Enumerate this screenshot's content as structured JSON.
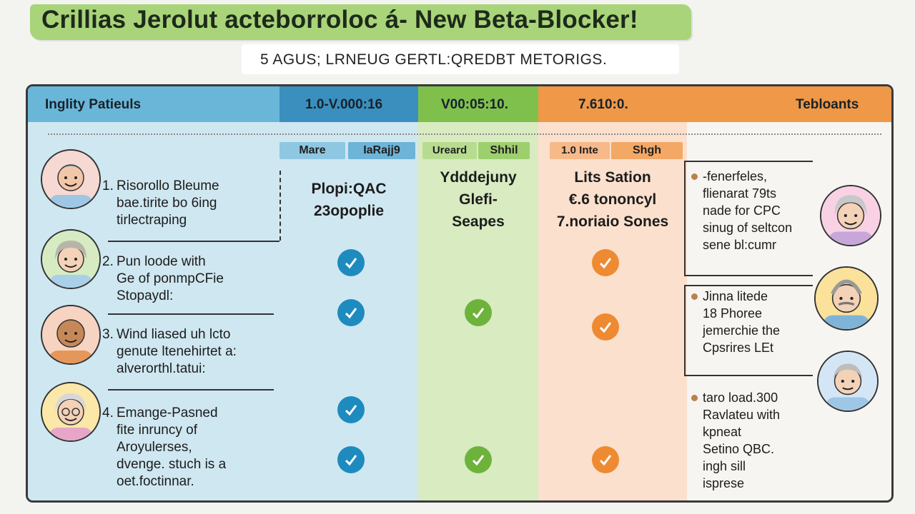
{
  "header": {
    "title": "Crillias Jerolut acteborroloc á- New Beta-Blocker!",
    "subtitle": "5 AGUS; LRNEUG GERTL:QREDBT METORIGS."
  },
  "table": {
    "columns": [
      {
        "label": "Inglity Patieuls",
        "color": "#6ab6d9"
      },
      {
        "label": "1.0-V.000:16",
        "color": "#3b8fbf"
      },
      {
        "label": "V00:05:10.",
        "color": "#7fc04d"
      },
      {
        "label": "7.610:0.",
        "color": "#ee9848"
      },
      {
        "label": "Tebloants",
        "color": "#ee9848"
      }
    ],
    "tags": [
      "Mare",
      "IaRajj9",
      "Ureard",
      "Shhil",
      "1.0 Inte",
      "Shgh"
    ],
    "patients": [
      {
        "number": "1.",
        "lines": [
          "Risorollo Bleume",
          "bae.tirite bo 6ing",
          "tirlectraping"
        ],
        "avatar_color": "#f6d9d2"
      },
      {
        "number": "2.",
        "lines": [
          "Pun loode with",
          "Ge of ponmpCFie",
          "Stopaydl:"
        ],
        "avatar_color": "#d6ebc2"
      },
      {
        "number": "3.",
        "lines": [
          "Wind liased uh lcto",
          "genute ltenehirtet a:",
          "alverorthl.tatui:"
        ],
        "avatar_color": "#f7d4c2"
      },
      {
        "number": "4.",
        "lines": [
          "Emange-Pasned",
          "fite inruncy of",
          "Aroyulerses,",
          "dvenge. stuch is a",
          "oet.foctinnar."
        ],
        "avatar_color": "#fbe7a8"
      }
    ],
    "column_titles": {
      "blue": [
        "Plopi:QAC",
        "23opoplie"
      ],
      "green": [
        "Ydddejuny",
        "Glefi-",
        "Seapes"
      ],
      "orange": [
        "Lits Sation",
        "€.6 tononcyl",
        "7.noriaio Sones"
      ]
    },
    "checks": {
      "blue_icon": "check-circle-icon",
      "green_icon": "check-circle-icon",
      "orange_icon": "check-circle-icon"
    },
    "notes": [
      {
        "lines": [
          "-fenerfeles,",
          "flienarat 79ts",
          "nade for CPC",
          "sinug of seltcon",
          "sene bl:cumr"
        ],
        "avatar_color": "#f8d2e4"
      },
      {
        "lines": [
          "Jinna litede",
          "18 Phoree",
          "jemerchie the",
          "Cpsrires LEt"
        ],
        "avatar_color": "#fbe19a"
      },
      {
        "lines": [
          "taro load.300",
          "Ravlateu with",
          "kpneat",
          "Setino QBC.",
          "ingh sill",
          "isprese"
        ],
        "avatar_color": "#d4e6f6"
      }
    ]
  }
}
